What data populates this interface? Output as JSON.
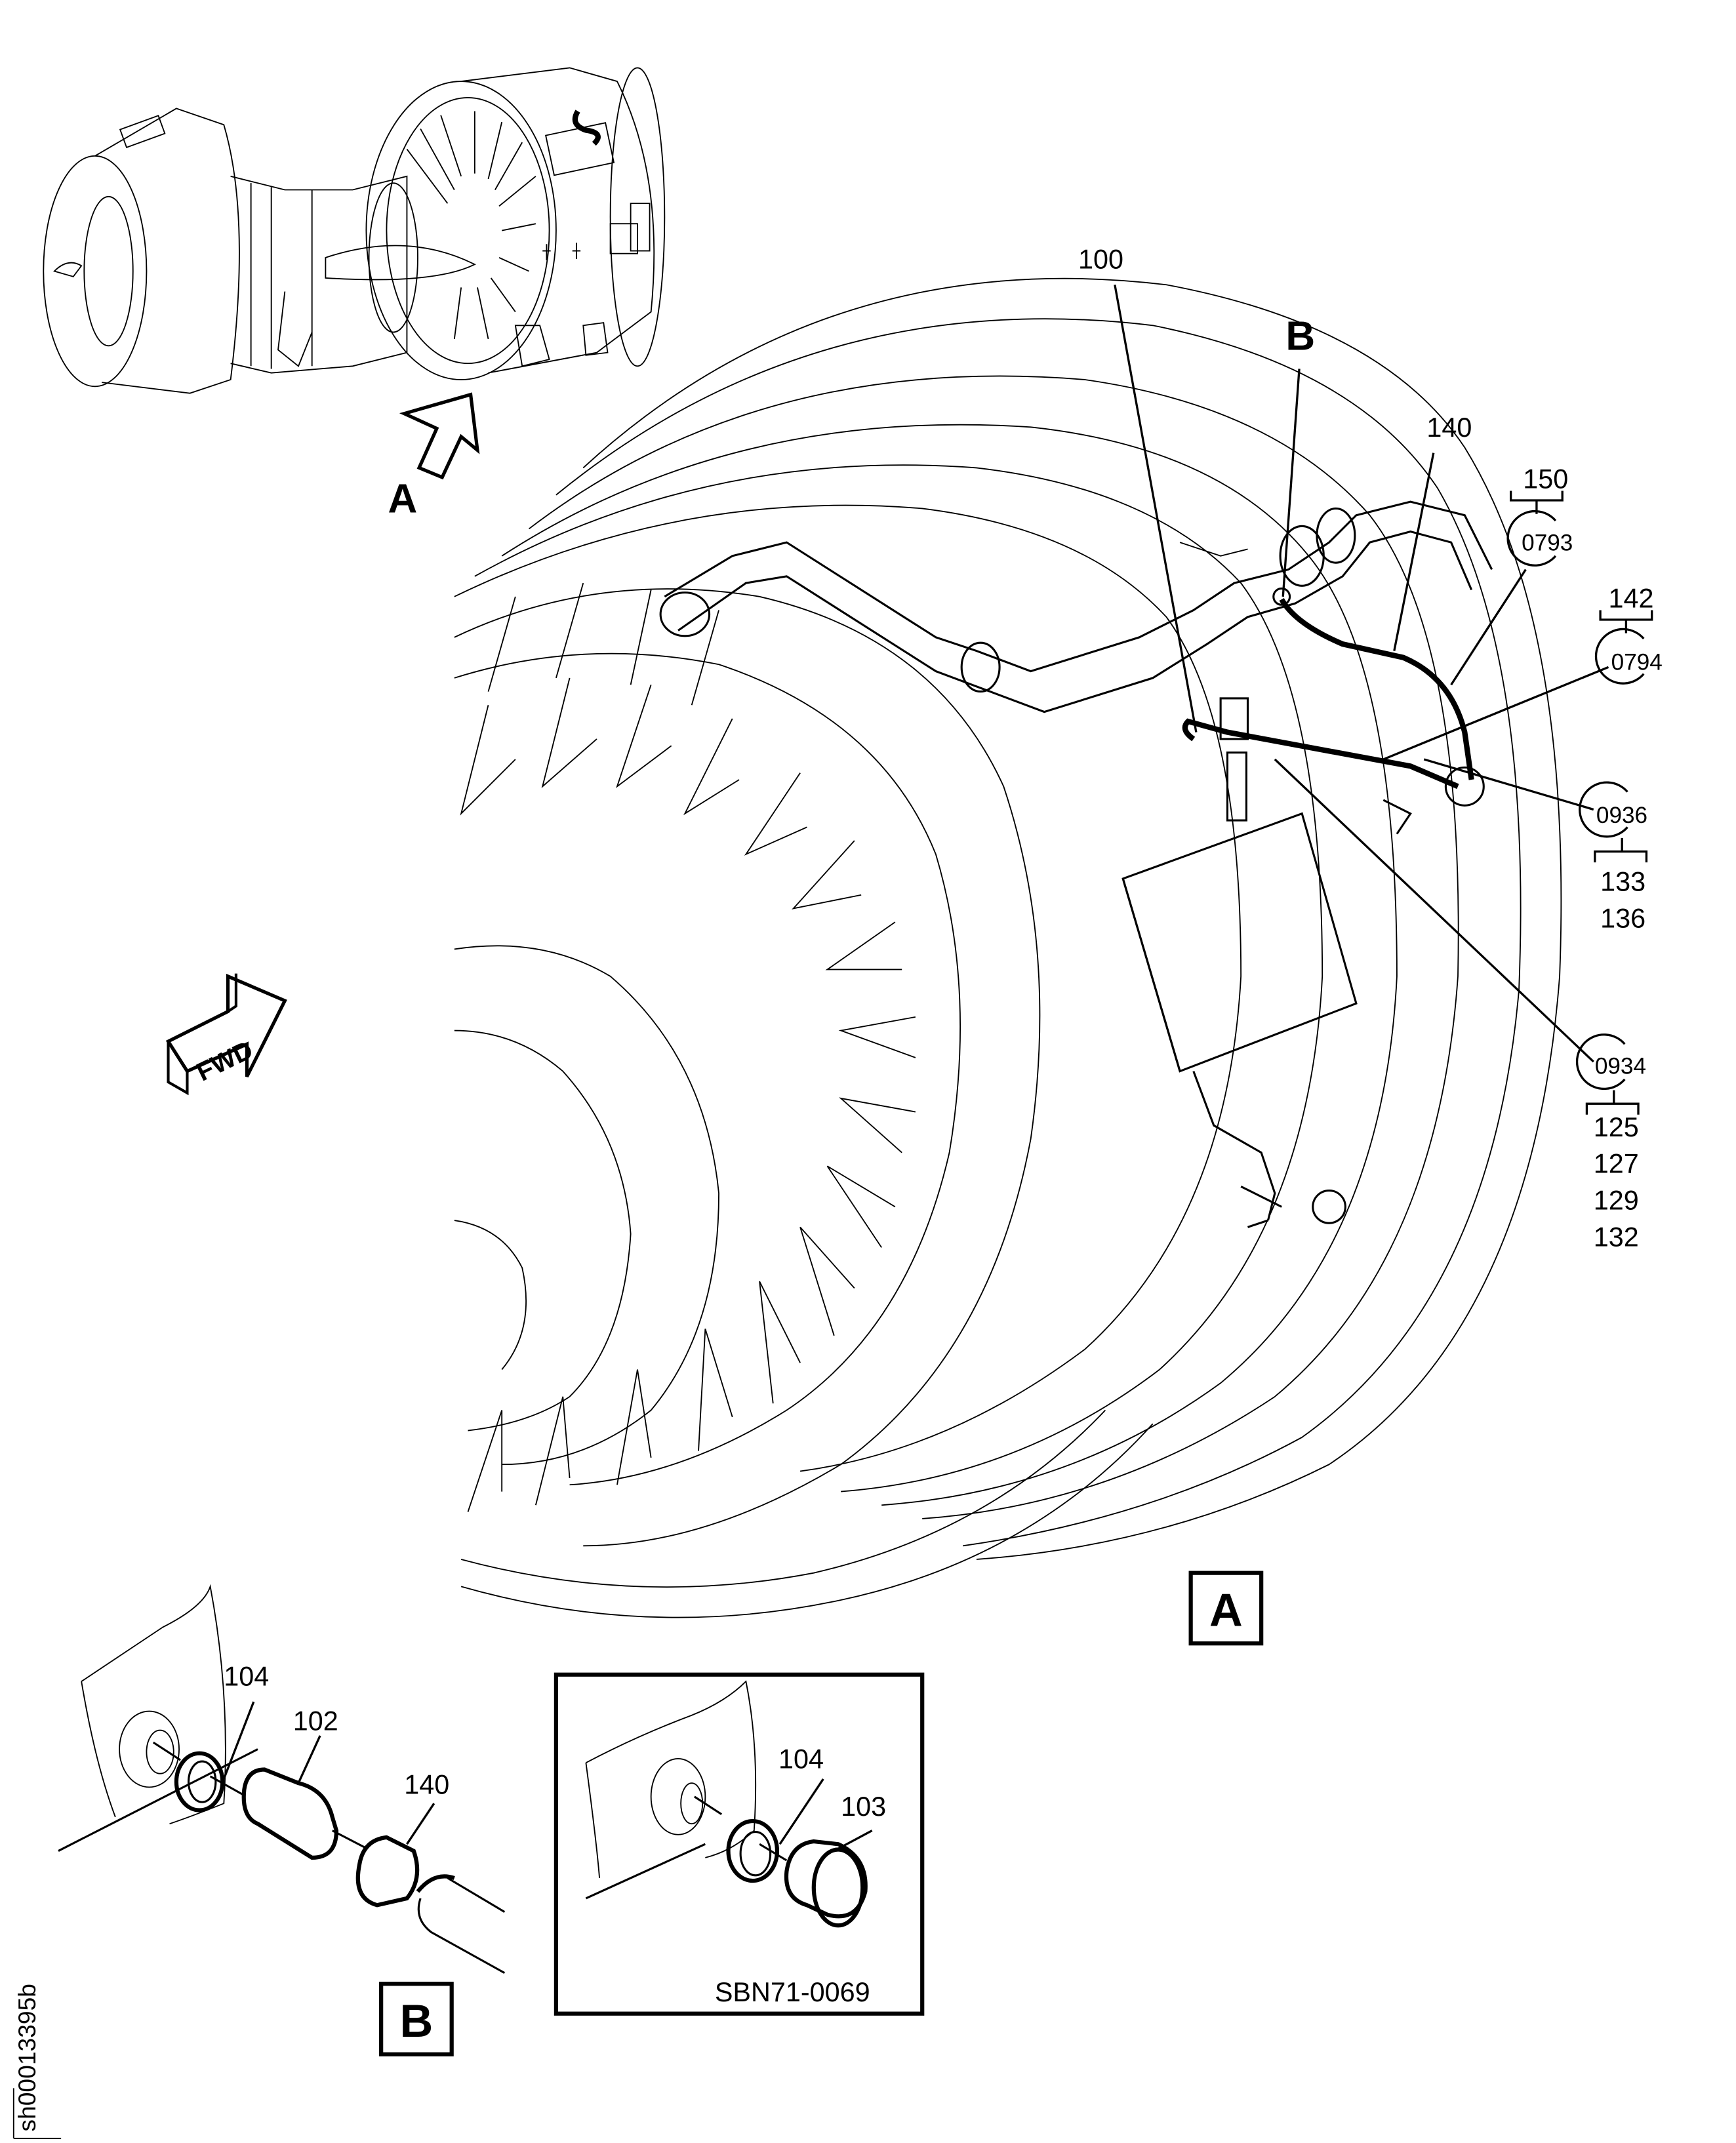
{
  "figure": {
    "drawing_id": "sh00013395b",
    "view_labels": {
      "view_a_arrow": "A",
      "view_a_box": "A",
      "view_b_callout": "B",
      "view_b_box": "B"
    },
    "direction_indicator": "FWD"
  },
  "callouts_main": {
    "item_100": "100",
    "item_140": "140",
    "item_150": "150",
    "item_142": "142"
  },
  "references": [
    {
      "code": "0793",
      "items": [
        "150"
      ]
    },
    {
      "code": "0794",
      "items": [
        "142"
      ]
    },
    {
      "code": "0936",
      "items": [
        "133",
        "136"
      ]
    },
    {
      "code": "0934",
      "items": [
        "125",
        "127",
        "129",
        "132"
      ]
    }
  ],
  "detail_b": {
    "items": [
      "104",
      "102",
      "140"
    ]
  },
  "inset": {
    "items": [
      "104",
      "103"
    ],
    "caption": "SBN71-0069"
  }
}
